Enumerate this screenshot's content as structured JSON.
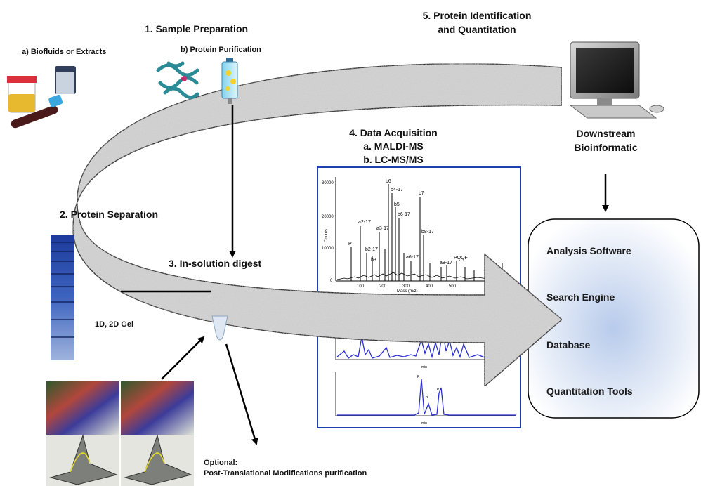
{
  "steps": {
    "sample_prep_title": "1. Sample Preparation",
    "biofluids": "a) Biofluids or Extracts",
    "protein_purification": "b) Protein Purification",
    "protein_separation": "2. Protein Separation",
    "gel_label": "1D, 2D Gel",
    "digest": "3. In-solution digest",
    "data_acq_title": "4. Data Acquisition",
    "data_acq_a": "a.  MALDI-MS",
    "data_acq_b": "b.  LC-MS/MS",
    "protein_id_line1": "5. Protein Identification",
    "protein_id_line2": "and Quantitation",
    "downstream_line1": "Downstream",
    "downstream_line2": "Bioinformatic",
    "optional_line1": "Optional:",
    "optional_line2": "Post-Translational Modifications purification"
  },
  "bioinformatics_box": {
    "items": [
      "Analysis Software",
      "Search Engine",
      "Database",
      "Quantitation Tools"
    ]
  },
  "spectrum": {
    "y_ticks": [
      "30000",
      "20000",
      "10000",
      "0"
    ],
    "x_ticks": [
      "100",
      "200",
      "300",
      "400",
      "500"
    ],
    "y_axis_label": "Counts",
    "x_axis_label": "Mass (m/z)",
    "peak_labels": [
      "P",
      "a2-17",
      "b2-17",
      "b3",
      "a3-17",
      "b4-17",
      "b5",
      "b6-17",
      "b6",
      "a6-17",
      "b7",
      "PQQF",
      "b8-17",
      "a8-17"
    ]
  },
  "colors": {
    "box_fill_center": "#b8cbeb",
    "box_fill_edge": "#ffffff",
    "spectrum_frame": "#1f3fb0",
    "chromatogram_line": "#2b2fd0",
    "arrow_fill": "#d2d2d2",
    "gel_stain": "#2545a8"
  }
}
